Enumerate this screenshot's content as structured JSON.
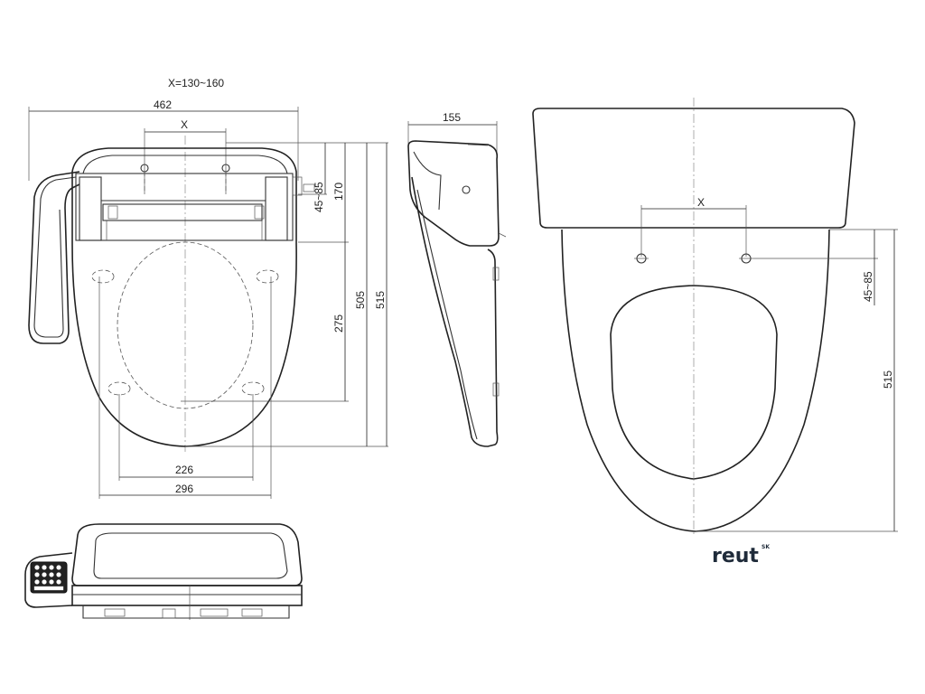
{
  "drawing": {
    "top_view": {
      "note": "X=130~160",
      "overall_width": "462",
      "bolt_spacing": "X",
      "bolt_range": "45~85",
      "bolt_to_hinge": "170",
      "hinge_to_hole": "275",
      "hole_length": "505",
      "overall_length": "515",
      "inner_width": "226",
      "seat_width": "296"
    },
    "side_view": {
      "depth": "155"
    },
    "bowl_view": {
      "bolt_spacing": "X",
      "bolt_range": "45~85",
      "length": "515"
    },
    "logo": {
      "brand": "reut",
      "superscript": "SK"
    }
  }
}
